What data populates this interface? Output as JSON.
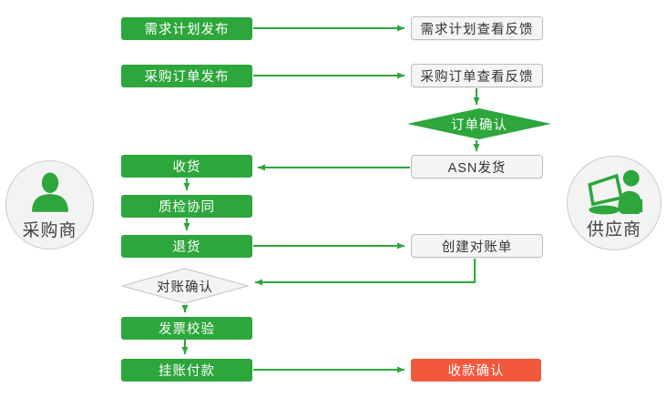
{
  "palette": {
    "green": "#2DA63C",
    "red": "#F2583C",
    "node_fill_light": "#F5F5F5",
    "node_border_light": "#BDBDBD",
    "text_dark": "#333333",
    "text_light": "#FFFFFF"
  },
  "actors": {
    "buyer": {
      "label": "采购商",
      "icon": "person-icon"
    },
    "supplier": {
      "label": "供应商",
      "icon": "person-laptop-icon"
    }
  },
  "nodes": {
    "demand_plan_publish": {
      "label": "需求计划发布",
      "type": "process-green"
    },
    "po_publish": {
      "label": "采购订单发布",
      "type": "process-green"
    },
    "receive_goods": {
      "label": "收货",
      "type": "process-green"
    },
    "quality_collab": {
      "label": "质检协同",
      "type": "process-green"
    },
    "return_goods": {
      "label": "退货",
      "type": "process-green"
    },
    "reconcile_confirm": {
      "label": "对账确认",
      "type": "decision-gray"
    },
    "invoice_verify": {
      "label": "发票校验",
      "type": "process-green"
    },
    "booked_payment": {
      "label": "挂账付款",
      "type": "process-green"
    },
    "demand_plan_feedback": {
      "label": "需求计划查看反馈",
      "type": "process-plain"
    },
    "po_feedback": {
      "label": "采购订单查看反馈",
      "type": "process-plain"
    },
    "order_confirm": {
      "label": "订单确认",
      "type": "decision-green"
    },
    "asn_ship": {
      "label": "ASN发货",
      "type": "process-plain"
    },
    "create_statement": {
      "label": "创建对账单",
      "type": "process-plain"
    },
    "payment_confirm": {
      "label": "收款确认",
      "type": "highlight-red"
    }
  }
}
